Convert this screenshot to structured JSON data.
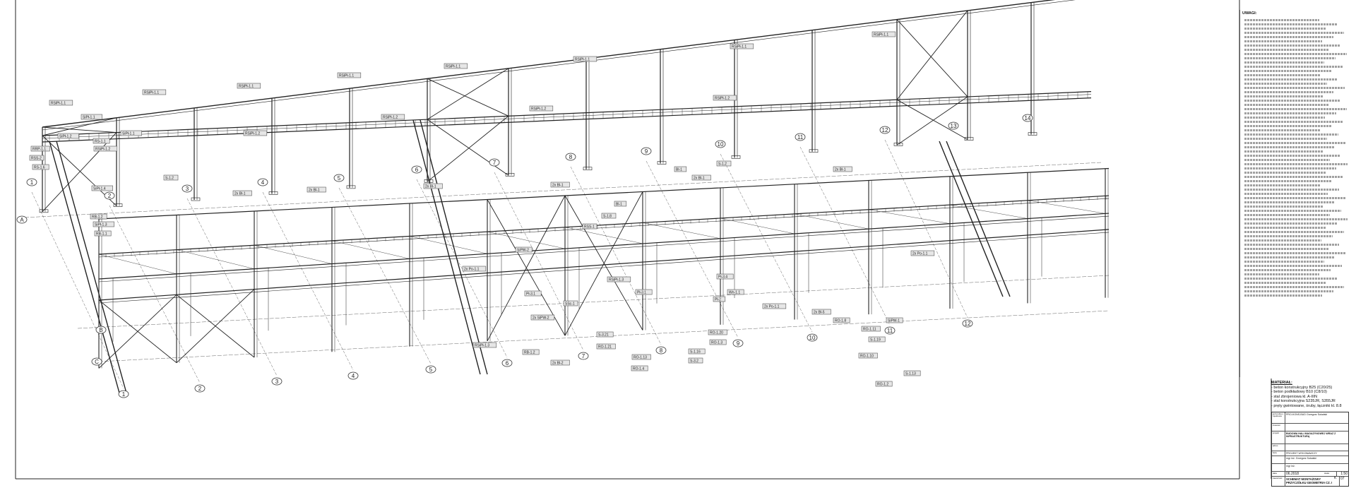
{
  "drawing": {
    "axis_numbers_back": [
      "1",
      "2",
      "3",
      "4",
      "5",
      "6",
      "7",
      "8",
      "9",
      "10",
      "11",
      "12",
      "13",
      "14"
    ],
    "axis_numbers_front": [
      "1",
      "2",
      "3",
      "4",
      "5",
      "6",
      "7",
      "8",
      "9",
      "10",
      "11",
      "12"
    ],
    "axis_letters": [
      "A",
      "B",
      "C"
    ],
    "labels": [
      "RSiPł-1.1",
      "RSiPł-1.1",
      "RSiPł-1.1",
      "RSiPł-1.1",
      "RSiPł-1.1",
      "RSiPł-1.1",
      "RSiPł-1.1",
      "RSiPł-1.1",
      "SiPł-1.1",
      "SiPł-1.2",
      "SiPł-1.1",
      "RS-1.1",
      "RSiPł-1.2",
      "RSiPł-1.2",
      "RSiPł-1.2",
      "RSiPł-1.2",
      "RSiPł-1.2",
      "RRP-1.1",
      "RSS-2",
      "RS-1.6",
      "SiPł-1.4",
      "RB-1.2",
      "SiPł-1.3",
      "RB-1.1",
      "2x Bl-1",
      "2x Bl-1",
      "2x Bl-1",
      "2x Bl-1",
      "2x Bl-1",
      "2x Bl-1",
      "S-1.2",
      "S-1.8",
      "S-1.2",
      "Bl-1",
      "Bl-1",
      "2x Po-1.1",
      "2x Po-1.1",
      "Pł-3.1",
      "Pł-3.1",
      "Pł-3.4",
      "Wn-1.1",
      "RSiPł-1.3",
      "RSiPł-1.3",
      "RO-1.13",
      "RO-1.4",
      "RO-1.21",
      "RO-1.20",
      "RO-1.3",
      "S-3.21",
      "S-1.16",
      "S-3.2",
      "RB-1.2",
      "SSc-1",
      "2x Bl-2",
      "2x SiPW-2",
      "SiPW-2",
      "RSS-1",
      "RO-1.11",
      "RO-1.10",
      "RO-1.8",
      "RO-1.2",
      "2x Bl-5",
      "S-1.19",
      "S-1.13",
      "2x Po-1.1",
      "Pł-2",
      "SiPW-1"
    ]
  },
  "notes": {
    "heading": "UWAGI:"
  },
  "materials": {
    "heading": "MATERIAŁ:",
    "items": [
      "- beton konstrukcyjny B25 (C20/25)",
      "- beton podkładowy B10 (C8/10)",
      "- stal zbrojeniowa kl. A-IIIN",
      "- stal konstrukcyjna S235JR, S355JR",
      "- pręty gwintowane, śruby, łączniki kl. 8.8"
    ]
  },
  "title_block": {
    "designer_key": "jednostka projektowa",
    "designer": "PRO-KONS-BUD Grzegorz Sokalski",
    "investor_key": "inwestor",
    "project_key": "projekt",
    "project": "BUDOWA HALI MAGAZYNOWEJ WRAZ Z INFRASTRUKTURĄ",
    "address_key": "adres",
    "stage_key": "faza",
    "stage": "PROJEKT WYKONAWCZY",
    "designer_person": "mgr inż. Grzegorz Sokalski",
    "checker_person": "mgr inż.",
    "date_key": "data",
    "date": "06.2018",
    "scale_key": "skala",
    "scale": "1:50",
    "content_key": "zawartość",
    "title": "SCHEMAT MONTAŻOWY PRZYCZÓŁKU GEOMETRIA CZ. I",
    "branch": "K",
    "sheet": "07"
  }
}
